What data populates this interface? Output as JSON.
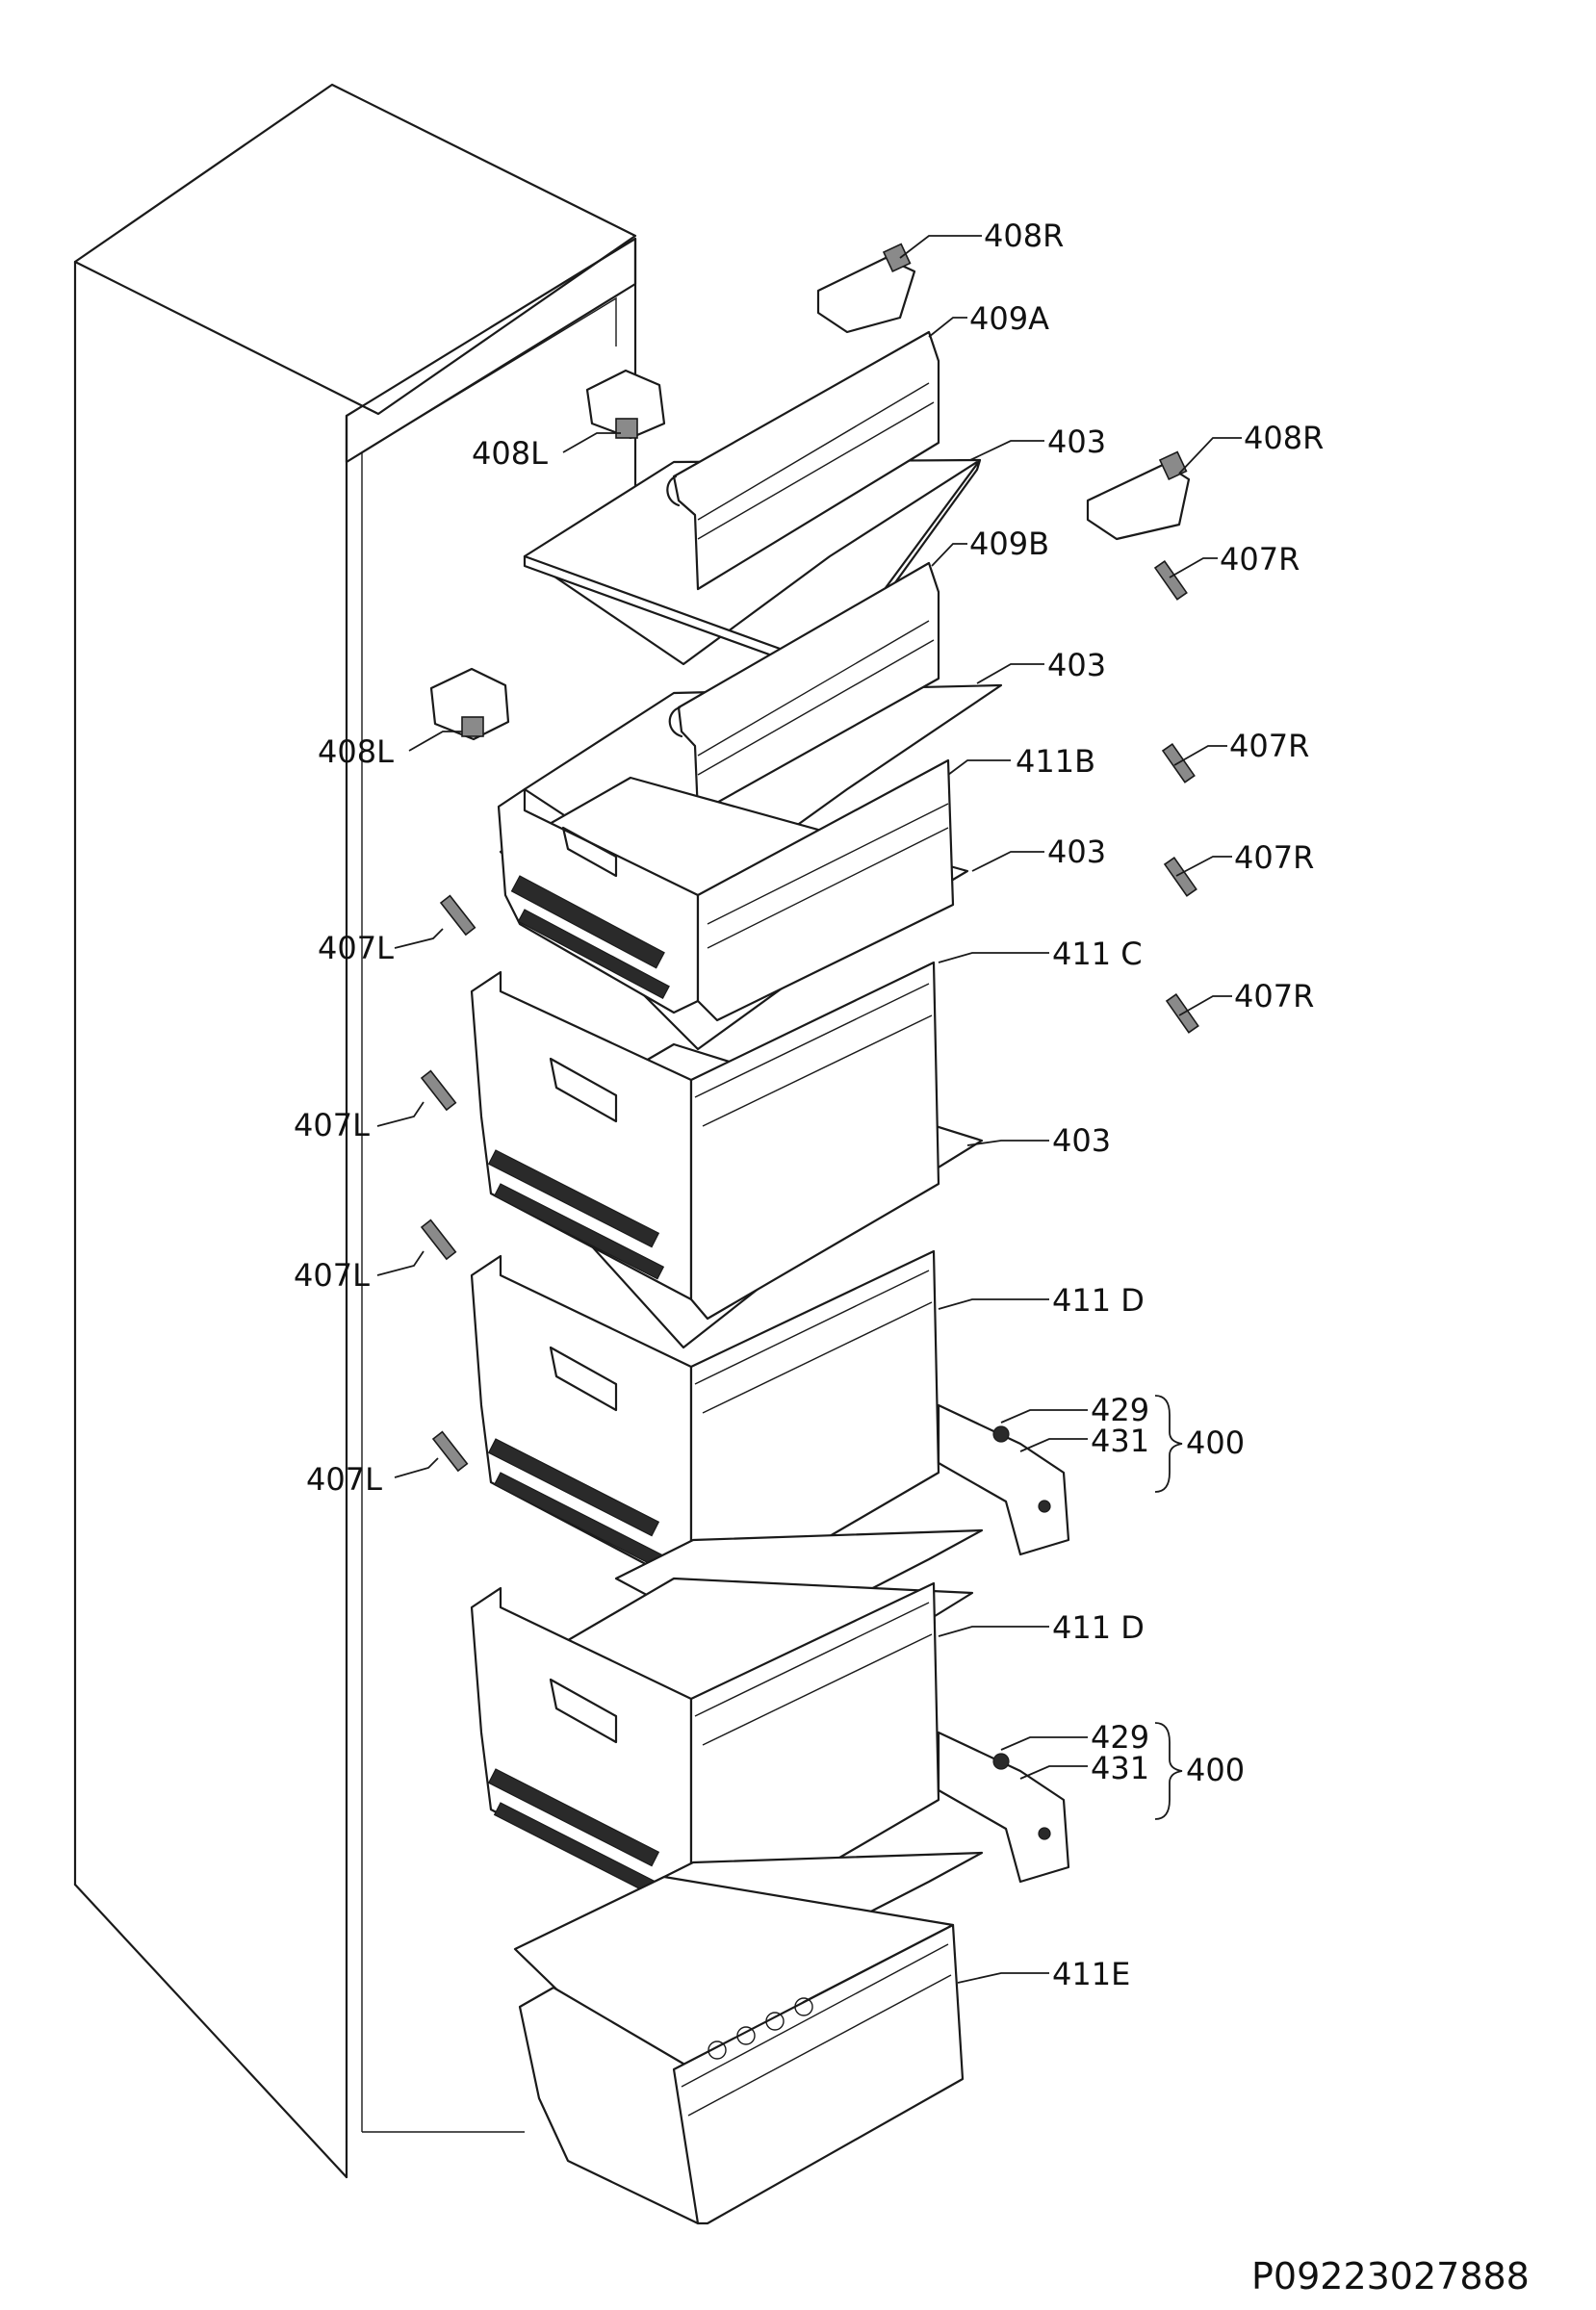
{
  "labels": {
    "l408R_top": "408R",
    "l409A": "409A",
    "l408L_top": "408L",
    "l403_1": "403",
    "l408R_2": "408R",
    "l409B": "409B",
    "l407R_1": "407R",
    "l403_2": "403",
    "l408L_2": "408L",
    "l411B": "411B",
    "l407R_2": "407R",
    "l403_3": "403",
    "l407R_3": "407R",
    "l407L_1": "407L",
    "l411C": "411 C",
    "l407R_4": "407R",
    "l407L_2": "407L",
    "l403_4": "403",
    "l407L_3": "407L",
    "l411D_1": "411 D",
    "l429_1": "429",
    "l431_1": "431",
    "l400_1": "400",
    "l407L_4": "407L",
    "l411D_2": "411 D",
    "l429_2": "429",
    "l431_2": "431",
    "l400_2": "400",
    "l411E": "411E"
  },
  "drawing_code": "P09223027888"
}
